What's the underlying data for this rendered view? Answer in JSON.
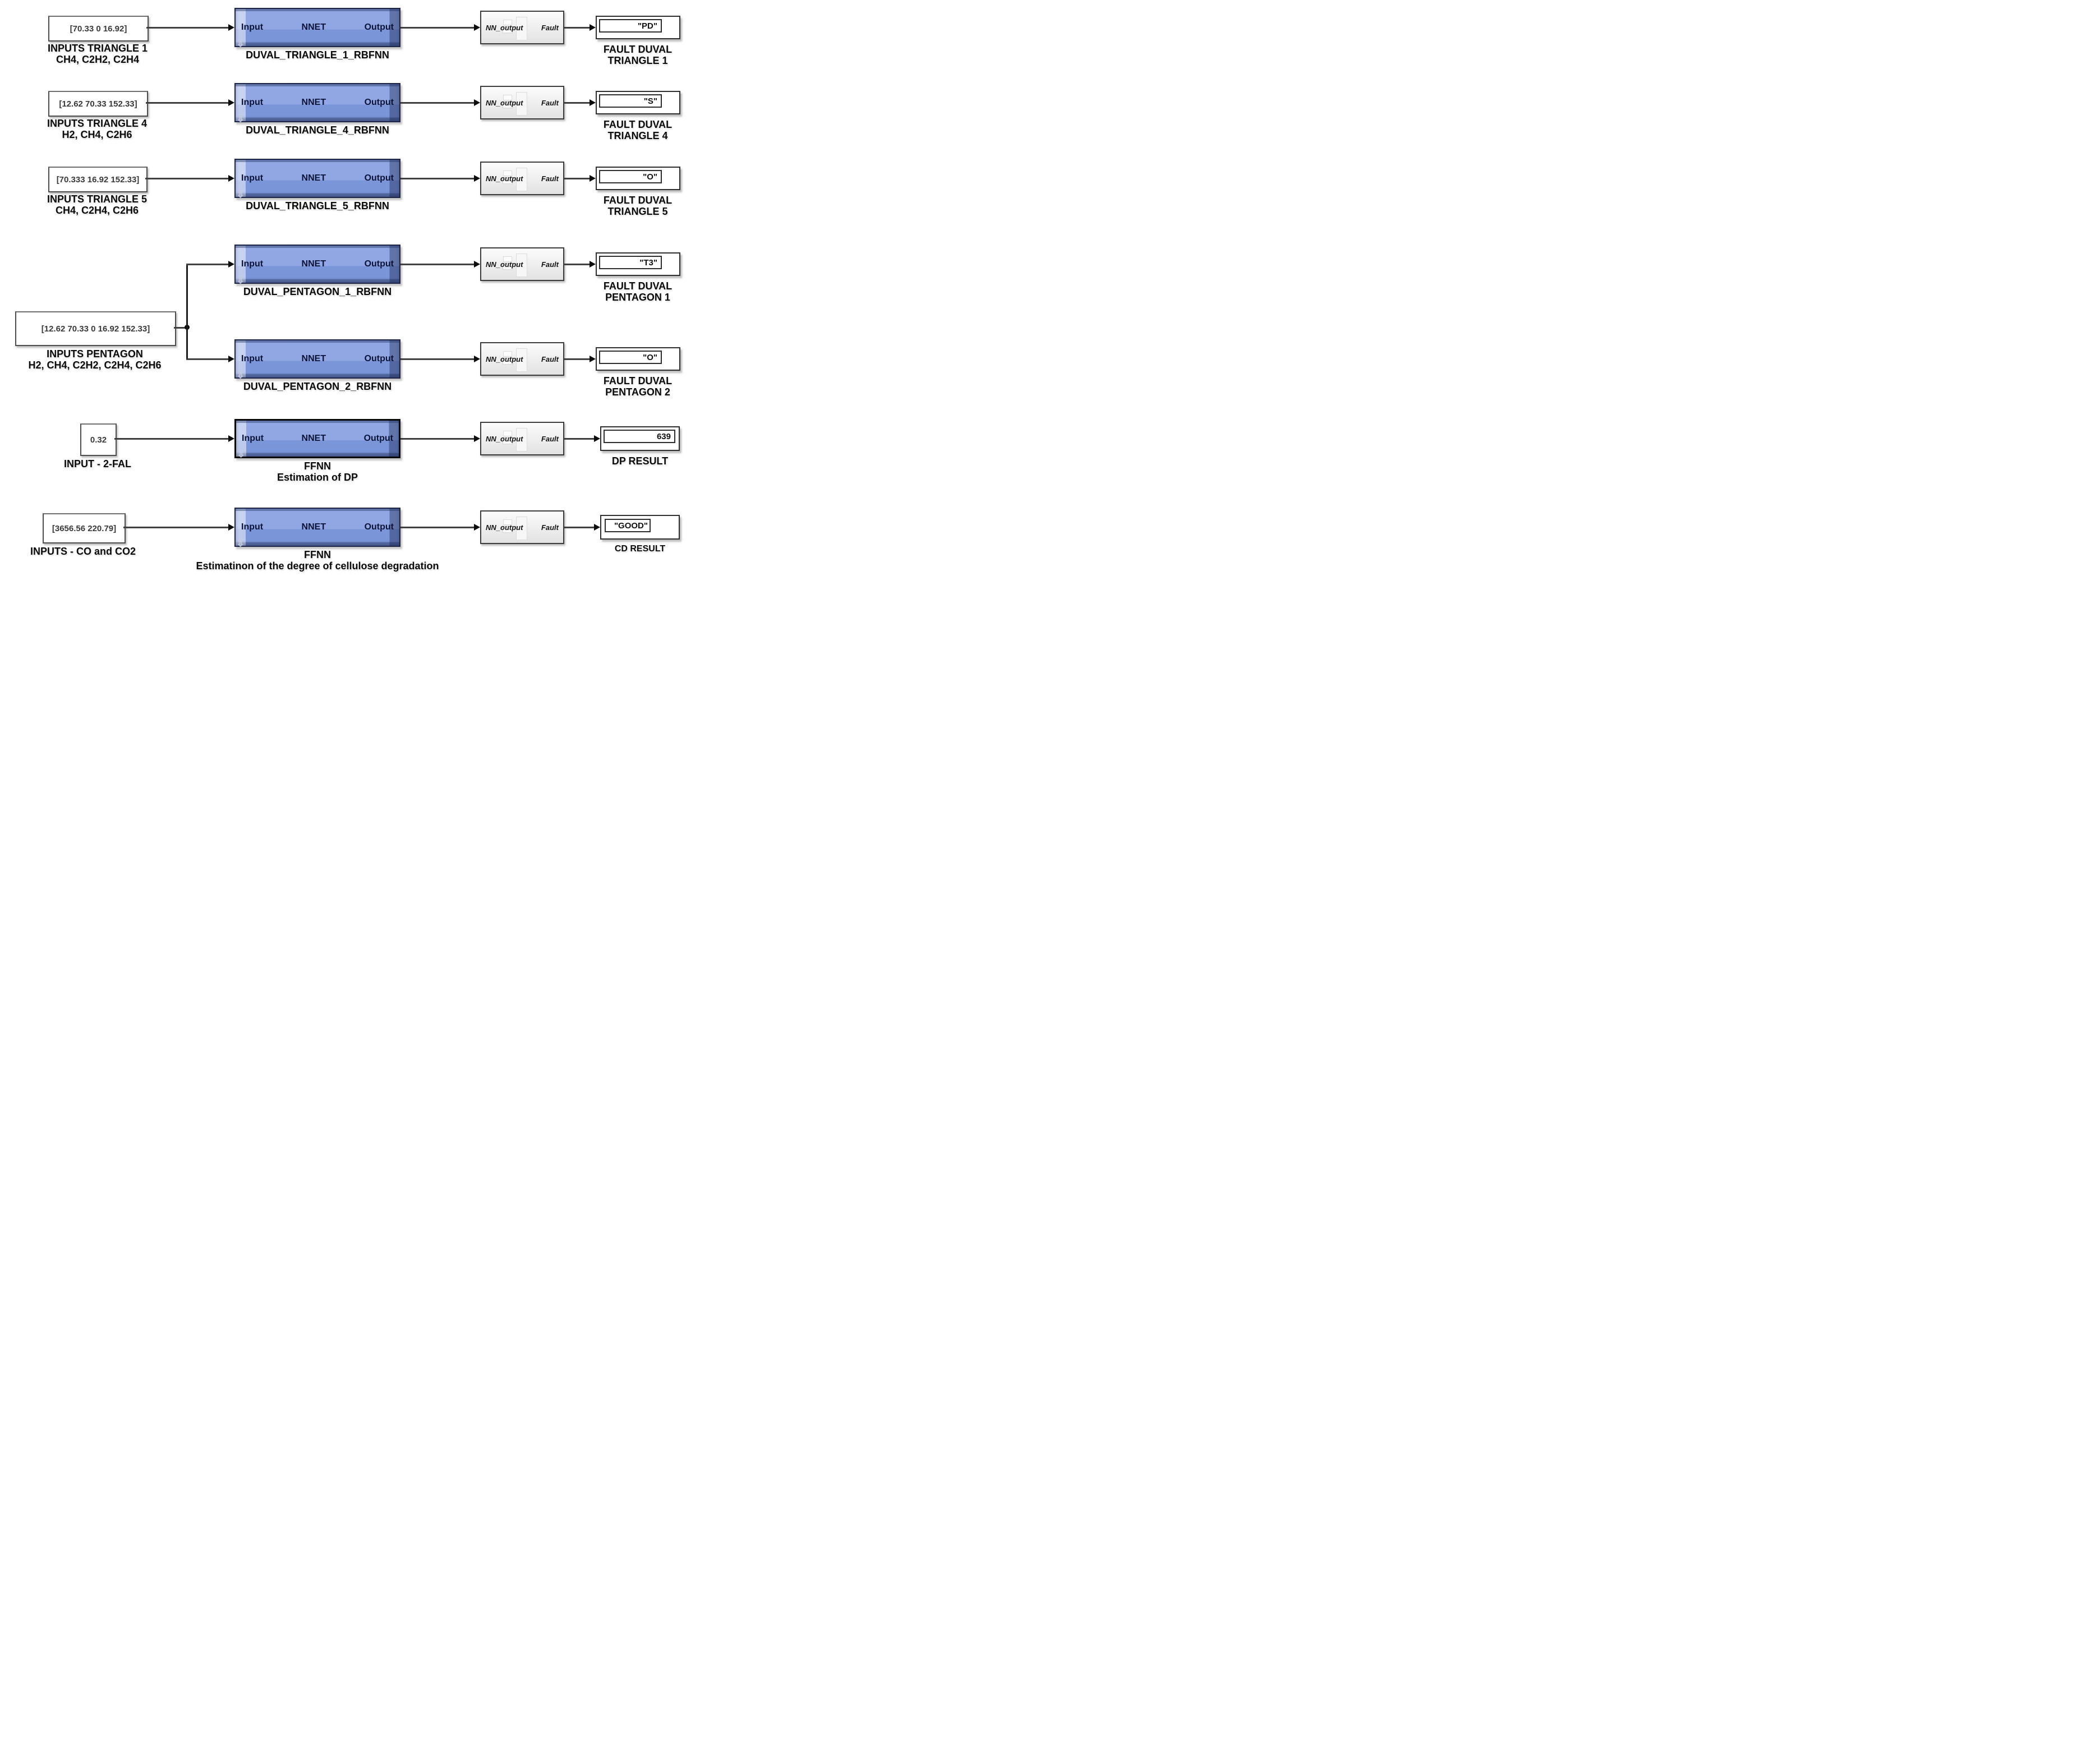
{
  "ports": {
    "input": "Input",
    "nnet": "NNET",
    "output": "Output",
    "nn_output": "NN_output",
    "fault": "Fault"
  },
  "rows": {
    "t1": {
      "value": "[70.33 0 16.92]",
      "src1": "INPUTS TRIANGLE 1",
      "src2": "CH4, C2H2, C2H4",
      "nnet": "DUVAL_TRIANGLE_1_RBFNN",
      "result": "\"PD\"",
      "res1": "FAULT DUVAL",
      "res2": "TRIANGLE 1"
    },
    "t4": {
      "value": "[12.62 70.33 152.33]",
      "src1": "INPUTS TRIANGLE 4",
      "src2": "H2, CH4, C2H6",
      "nnet": "DUVAL_TRIANGLE_4_RBFNN",
      "result": "\"S\"",
      "res1": "FAULT DUVAL",
      "res2": "TRIANGLE 4"
    },
    "t5": {
      "value": "[70.333 16.92 152.33]",
      "src1": "INPUTS TRIANGLE 5",
      "src2": "CH4, C2H4, C2H6",
      "nnet": "DUVAL_TRIANGLE_5_RBFNN",
      "result": "\"O\"",
      "res1": "FAULT DUVAL",
      "res2": "TRIANGLE 5"
    },
    "pent": {
      "value": "[12.62 70.33 0 16.92 152.33]",
      "src1": "INPUTS PENTAGON",
      "src2": "H2, CH4, C2H2, C2H4, C2H6"
    },
    "p1": {
      "nnet": "DUVAL_PENTAGON_1_RBFNN",
      "result": "\"T3\"",
      "res1": "FAULT DUVAL",
      "res2": "PENTAGON 1"
    },
    "p2": {
      "nnet": "DUVAL_PENTAGON_2_RBFNN",
      "result": "\"O\"",
      "res1": "FAULT DUVAL",
      "res2": "PENTAGON 2"
    },
    "dp": {
      "value": "0.32",
      "src1": "INPUT - 2-FAL",
      "nnet1": "FFNN",
      "nnet2": "Estimation of DP",
      "result": "639",
      "res1": "DP RESULT"
    },
    "cd": {
      "value": "[3656.56 220.79]",
      "src1": "INPUTS - CO and CO2",
      "nnet1": "FFNN",
      "nnet2": "Estimatinon of the degree of cellulose degradation",
      "result": "\"GOOD\"",
      "res1": "CD RESULT"
    }
  },
  "colors": {
    "nnet_fill": "#7b95d9",
    "nnet_border": "#1c2547",
    "wire": "#4a4a4a",
    "background": "#ffffff"
  }
}
